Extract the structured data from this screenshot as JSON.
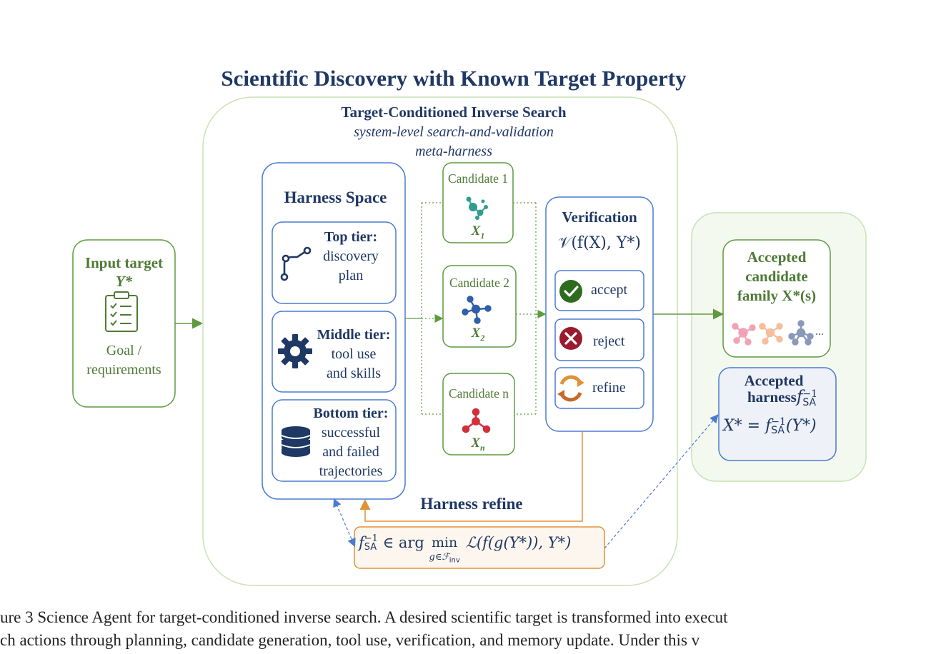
{
  "title": "Scientific Discovery with Known Target Property",
  "meta_harness": {
    "title": "Target-Conditioned Inverse Search",
    "subtitle_line1": "system-level search-and-validation",
    "subtitle_line2": "meta-harness"
  },
  "input": {
    "title": "Input target",
    "symbol": "Y*",
    "desc_line1": "Goal /",
    "desc_line2": "requirements"
  },
  "harness_space": {
    "title": "Harness Space",
    "top": {
      "title": "Top tier:",
      "l1": "discovery",
      "l2": "plan"
    },
    "middle": {
      "title": "Middle tier:",
      "l1": "tool use",
      "l2": "and skills"
    },
    "bottom": {
      "title": "Bottom tier:",
      "l1": "successful",
      "l2": "and failed",
      "l3": "trajectories"
    }
  },
  "candidates": [
    {
      "label": "Candidate 1",
      "var": "X",
      "sub": "1",
      "color": "#2f9c8f"
    },
    {
      "label": "Candidate 2",
      "var": "X",
      "sub": "2",
      "color": "#2f5fa8"
    },
    {
      "label": "Candidate n",
      "var": "X",
      "sub": "n",
      "color": "#d0303a"
    }
  ],
  "verification": {
    "title": "Verification",
    "formula": "𝒱(f(X), Y*)",
    "accept": "accept",
    "reject": "reject",
    "refine": "refine"
  },
  "accepted_family": {
    "l1": "Accepted",
    "l2": "candidate",
    "l3": "family X*(s)",
    "ellipsis": "..."
  },
  "accepted_harness": {
    "l1": "Accepted",
    "l2": "harness",
    "f": "f",
    "sub": "SA",
    "sup": "−1",
    "eq_lhs": "X* = ",
    "eq_arg": "(Y*)"
  },
  "harness_refine": {
    "label": "Harness refine",
    "f": "f",
    "sub": "SA",
    "sup": "−1",
    "rel": " ∈ arg ",
    "min": "min",
    "min_sub": "g∈ℱ",
    "min_sub2": "inv",
    "obj": "ℒ(f(g(Y*)), Y*)"
  },
  "caption": {
    "line1": "ure 3  Science Agent for target-conditioned inverse search.  A desired scientific target is transformed into execut",
    "line2": "ch actions through planning, candidate generation, tool use, verification, and memory update.  Under this v"
  },
  "colors": {
    "navy": "#1f3864",
    "green": "#4e7a35",
    "blue": "#4a7bd0",
    "orange": "#e0923a"
  }
}
